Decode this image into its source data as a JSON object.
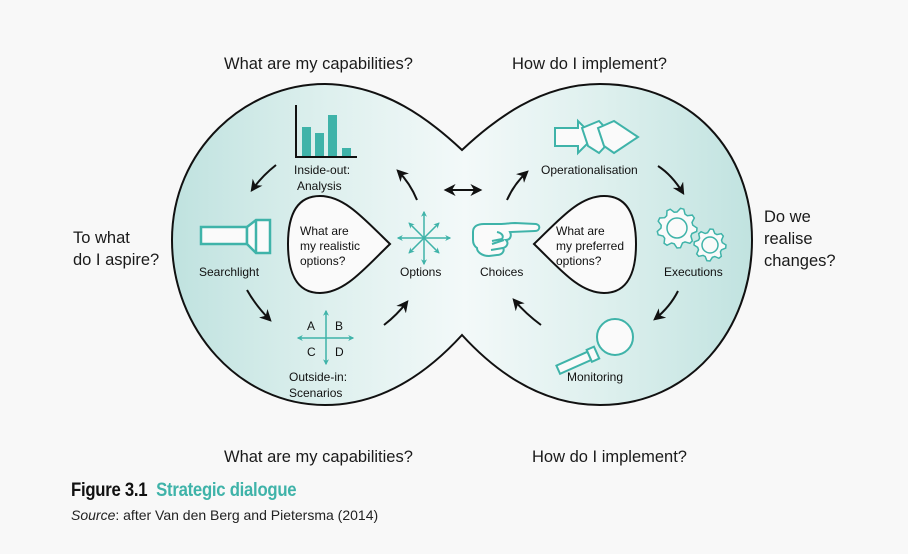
{
  "questions": {
    "top_left": "What are my capabilities?",
    "top_right": "How do I implement?",
    "bottom_left": "What are my capabilities?",
    "bottom_right": "How do I implement?",
    "left": [
      "To what",
      "do I aspire?"
    ],
    "right": [
      "Do we",
      "realise",
      "changes?"
    ]
  },
  "left_loop": {
    "analysis": [
      "Inside-out:",
      "Analysis"
    ],
    "searchlight": "Searchlight",
    "scenarios": [
      "Outside-in:",
      "Scenarios"
    ],
    "scenario_quadrants": [
      "A",
      "B",
      "C",
      "D"
    ],
    "options": "Options",
    "inner_question": [
      "What are",
      "my realistic",
      "options?"
    ]
  },
  "right_loop": {
    "operationalisation": "Operationalisation",
    "executions": "Executions",
    "monitoring": "Monitoring",
    "choices": "Choices",
    "inner_question": [
      "What are",
      "my preferred",
      "options?"
    ]
  },
  "icons": {
    "analysis": "bar-chart-icon",
    "searchlight": "flashlight-icon",
    "scenarios": "quadrant-axes-icon",
    "options": "radiating-arrows-icon",
    "choices": "pointing-hand-icon",
    "operationalisation": "chevron-arrows-icon",
    "executions": "gears-icon",
    "monitoring": "magnifier-icon"
  },
  "colors": {
    "accent": "#3fb3a9",
    "fill_edge": "#bfe2df",
    "fill_center": "#f2f8f8",
    "outline": "#111111"
  },
  "caption": {
    "number": "Figure 3.1",
    "title": "Strategic dialogue",
    "source_label": "Source",
    "source_text": ": after Van den Berg and Pietersma (2014)"
  }
}
